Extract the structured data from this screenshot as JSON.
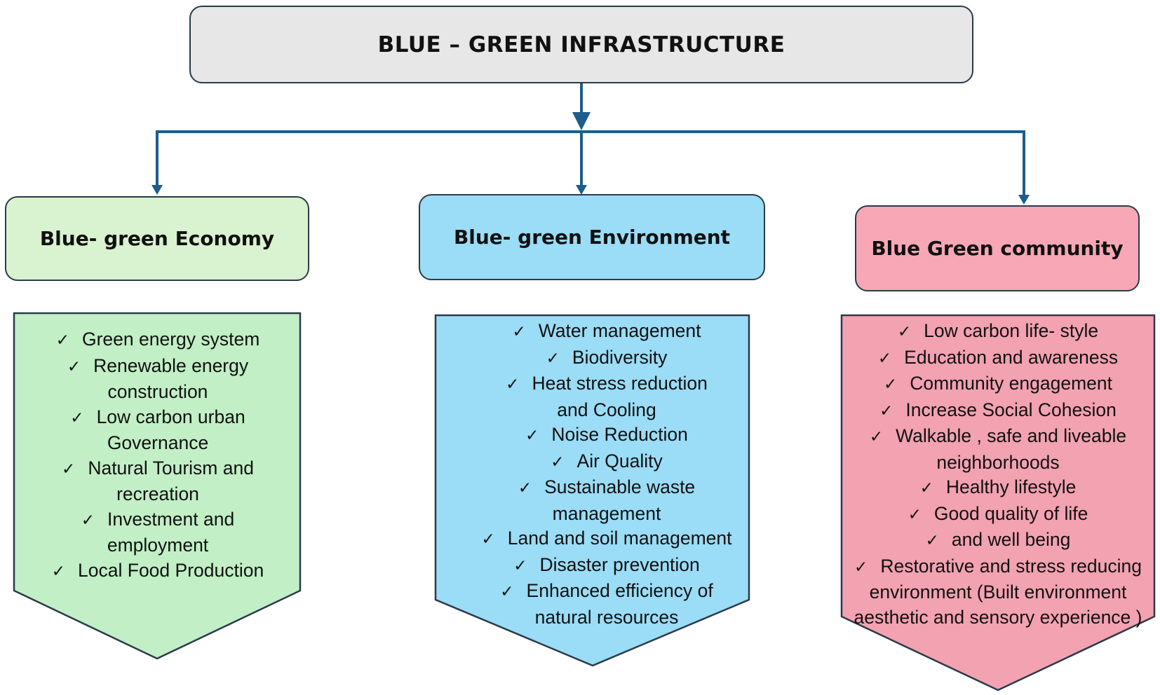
{
  "root": {
    "title": "BLUE – GREEN INFRASTRUCTURE"
  },
  "colors": {
    "connector": "#1c5d8c",
    "root_fill": "#e7e7e7",
    "economy_fill": "#d9f2d0",
    "economy_panel": "#c2efc6",
    "environment_fill": "#9bdcf6",
    "environment_panel": "#9bdcf6",
    "community_fill": "#f7a7b5",
    "community_panel": "#f3a2b1",
    "border": "#2b3a4a"
  },
  "economy": {
    "title": "Blue- green Economy",
    "items": [
      "Green energy system",
      "Renewable energy construction",
      "Low carbon urban Governance",
      "Natural Tourism and recreation",
      "Investment and employment",
      "Local Food Production"
    ]
  },
  "environment": {
    "title": "Blue- green Environment",
    "items": [
      "Water management",
      "Biodiversity",
      "Heat stress reduction and Cooling",
      "Noise Reduction",
      "Air Quality",
      "Sustainable waste management",
      "Land and soil management",
      "Disaster prevention",
      "Enhanced efficiency of natural resources"
    ]
  },
  "community": {
    "title": "Blue Green community",
    "items": [
      "Low carbon life- style",
      "Education and awareness",
      "Community engagement",
      "Increase Social Cohesion",
      "Walkable , safe and liveable neighborhoods",
      "Healthy lifestyle",
      "Good quality of life",
      "and well being",
      "Restorative and stress reducing environment (Built environment aesthetic and sensory experience )"
    ]
  },
  "check_icon": "check-icon"
}
